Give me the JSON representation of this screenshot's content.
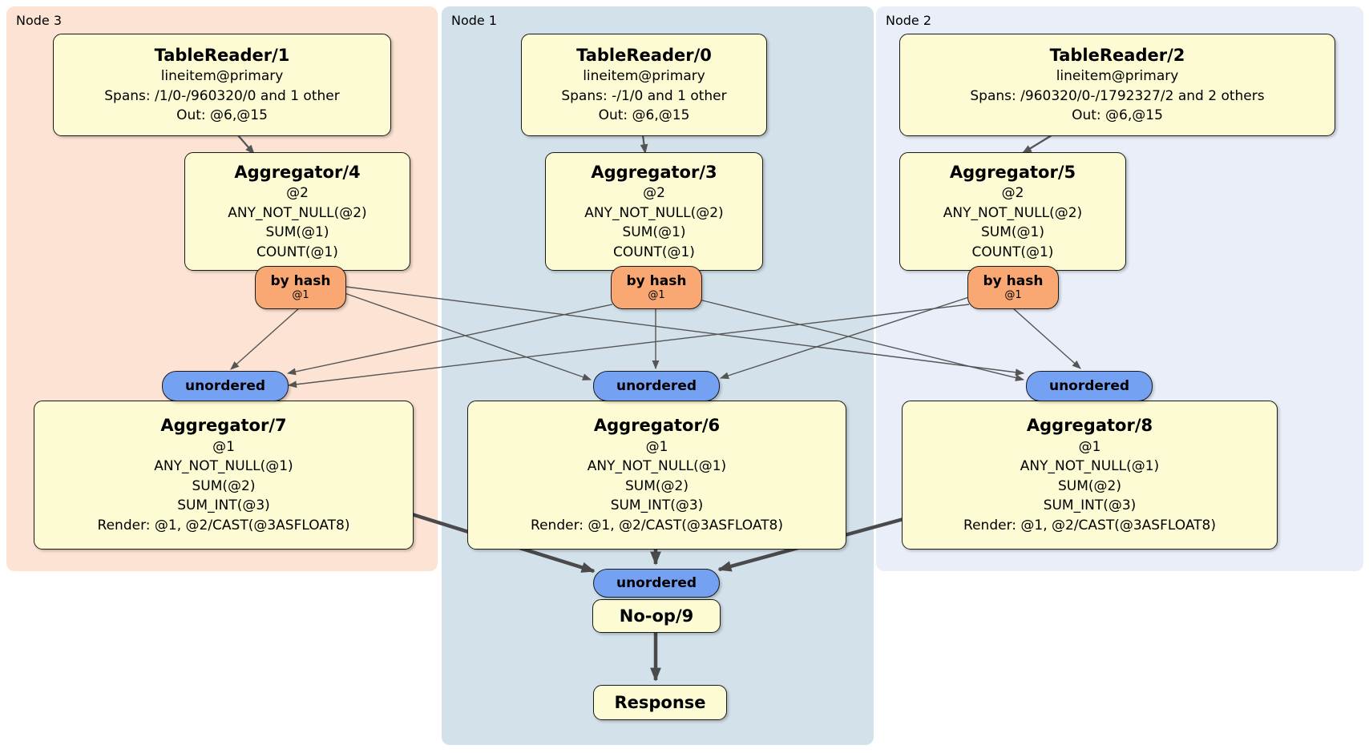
{
  "diagram": {
    "regions": {
      "node3": {
        "label": "Node 3"
      },
      "node1": {
        "label": "Node 1"
      },
      "node2": {
        "label": "Node 2"
      }
    },
    "processors": {
      "tableReader1": {
        "title": "TableReader/1",
        "lines": [
          "lineitem@primary",
          "Spans: /1/0-/960320/0 and 1 other",
          "Out: @6,@15"
        ]
      },
      "aggregator4": {
        "title": "Aggregator/4",
        "lines": [
          "@2",
          "ANY_NOT_NULL(@2)",
          "SUM(@1)",
          "COUNT(@1)"
        ]
      },
      "aggregator7": {
        "title": "Aggregator/7",
        "lines": [
          "@1",
          "ANY_NOT_NULL(@1)",
          "SUM(@2)",
          "SUM_INT(@3)",
          "Render: @1, @2/CAST(@3ASFLOAT8)"
        ]
      },
      "tableReader0": {
        "title": "TableReader/0",
        "lines": [
          "lineitem@primary",
          "Spans: -/1/0 and 1 other",
          "Out: @6,@15"
        ]
      },
      "aggregator3": {
        "title": "Aggregator/3",
        "lines": [
          "@2",
          "ANY_NOT_NULL(@2)",
          "SUM(@1)",
          "COUNT(@1)"
        ]
      },
      "aggregator6": {
        "title": "Aggregator/6",
        "lines": [
          "@1",
          "ANY_NOT_NULL(@1)",
          "SUM(@2)",
          "SUM_INT(@3)",
          "Render: @1, @2/CAST(@3ASFLOAT8)"
        ]
      },
      "tableReader2": {
        "title": "TableReader/2",
        "lines": [
          "lineitem@primary",
          "Spans: /960320/0-/1792327/2 and 2 others",
          "Out: @6,@15"
        ]
      },
      "aggregator5": {
        "title": "Aggregator/5",
        "lines": [
          "@2",
          "ANY_NOT_NULL(@2)",
          "SUM(@1)",
          "COUNT(@1)"
        ]
      },
      "aggregator8": {
        "title": "Aggregator/8",
        "lines": [
          "@1",
          "ANY_NOT_NULL(@1)",
          "SUM(@2)",
          "SUM_INT(@3)",
          "Render: @1, @2/CAST(@3ASFLOAT8)"
        ]
      },
      "noop9": {
        "title": "No-op/9"
      },
      "response": {
        "title": "Response"
      }
    },
    "routers": {
      "byHash4": {
        "label": "by hash",
        "key": "@1"
      },
      "byHash3": {
        "label": "by hash",
        "key": "@1"
      },
      "byHash5": {
        "label": "by hash",
        "key": "@1"
      }
    },
    "syncs": {
      "unordered7": {
        "label": "unordered"
      },
      "unordered6": {
        "label": "unordered"
      },
      "unordered8": {
        "label": "unordered"
      },
      "unorderedFinal": {
        "label": "unordered"
      }
    },
    "colors": {
      "region_node3": "#FDE3D3",
      "region_node1": "#D3E1EA",
      "region_node2": "#E9EEF9",
      "processor_fill": "#FCFBD3",
      "router_fill": "#F9A873",
      "sync_fill": "#75A1F3",
      "edge_thin": "#555555",
      "edge_thick": "#4A4A4A"
    }
  }
}
